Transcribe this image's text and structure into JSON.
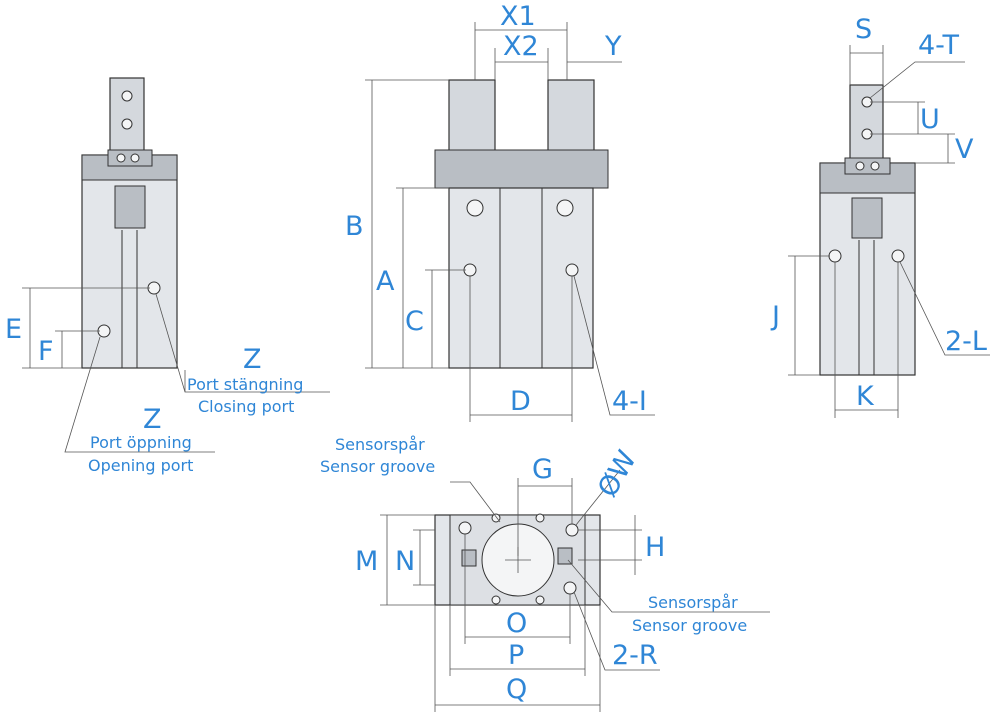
{
  "labels": {
    "x1": "X1",
    "x2": "X2",
    "y": "Y",
    "b": "B",
    "a": "A",
    "c": "C",
    "d": "D",
    "four_i": "4-I",
    "e": "E",
    "f": "F",
    "z_top": "Z",
    "port_closing_sv": "Port stängning",
    "closing_port": "Closing port",
    "z_bottom": "Z",
    "port_opening_sv": "Port öppning",
    "opening_port": "Opening port",
    "s": "S",
    "four_t": "4-T",
    "u": "U",
    "v": "V",
    "j": "J",
    "k": "K",
    "two_l": "2-L",
    "sensor_groove_sv_top": "Sensorspår",
    "sensor_groove_top": "Sensor groove",
    "g": "G",
    "phi_w": "ØW",
    "m": "M",
    "n": "N",
    "h": "H",
    "sensor_groove_sv_bottom": "Sensorspår",
    "sensor_groove_bottom": "Sensor groove",
    "o": "O",
    "p": "P",
    "two_r": "2-R",
    "q": "Q"
  },
  "colors": {
    "label": "#2f86d6",
    "line": "#333333",
    "body": "#e3e6ea"
  }
}
